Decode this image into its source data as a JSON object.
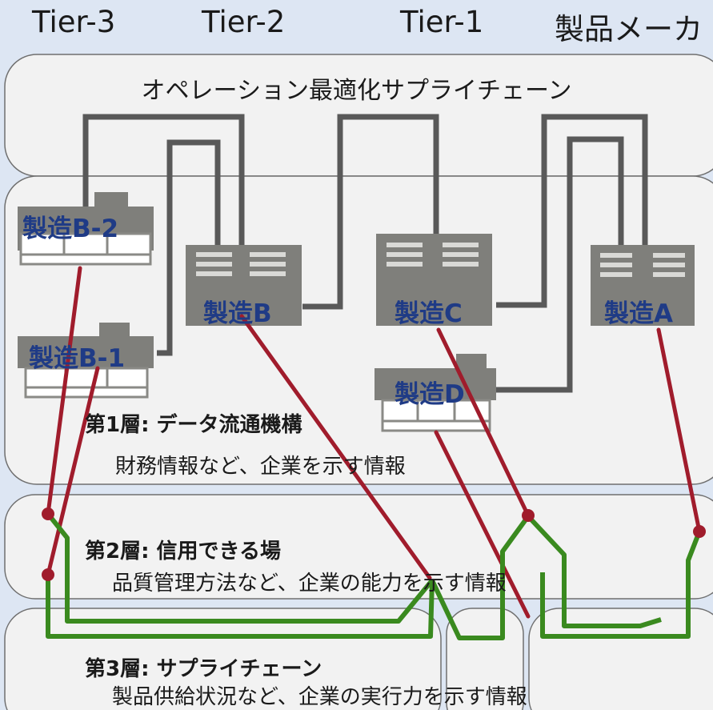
{
  "tiers": [
    "Tier-3",
    "Tier-2",
    "Tier-1",
    "製品メーカ"
  ],
  "top_panel_title": "オペレーション最適化サプライチェーン",
  "factories": {
    "b2": "製造B-2",
    "b1": "製造B-1",
    "b": "製造B",
    "c": "製造C",
    "d": "製造D",
    "a": "製造A"
  },
  "layers": [
    {
      "title": "第1層: データ流通機構",
      "desc": "財務情報など、企業を示す情報"
    },
    {
      "title": "第2層: 信用できる場",
      "desc": "品質管理方法など、企業の能力を示す情報"
    },
    {
      "title": "第3層: サプライチェーン",
      "desc": "製品供給状況など、企業の実行力を示す情報"
    }
  ],
  "colors": {
    "background": "#dde6f3",
    "panel": "#f2f2f2",
    "panel_border": "#6f6f6f",
    "factory": "#7f7f7b",
    "connector_gray": "#595959",
    "trust_red": "#a01c2c",
    "chain_green": "#3a8a1f",
    "label_blue": "#1f3b86"
  }
}
